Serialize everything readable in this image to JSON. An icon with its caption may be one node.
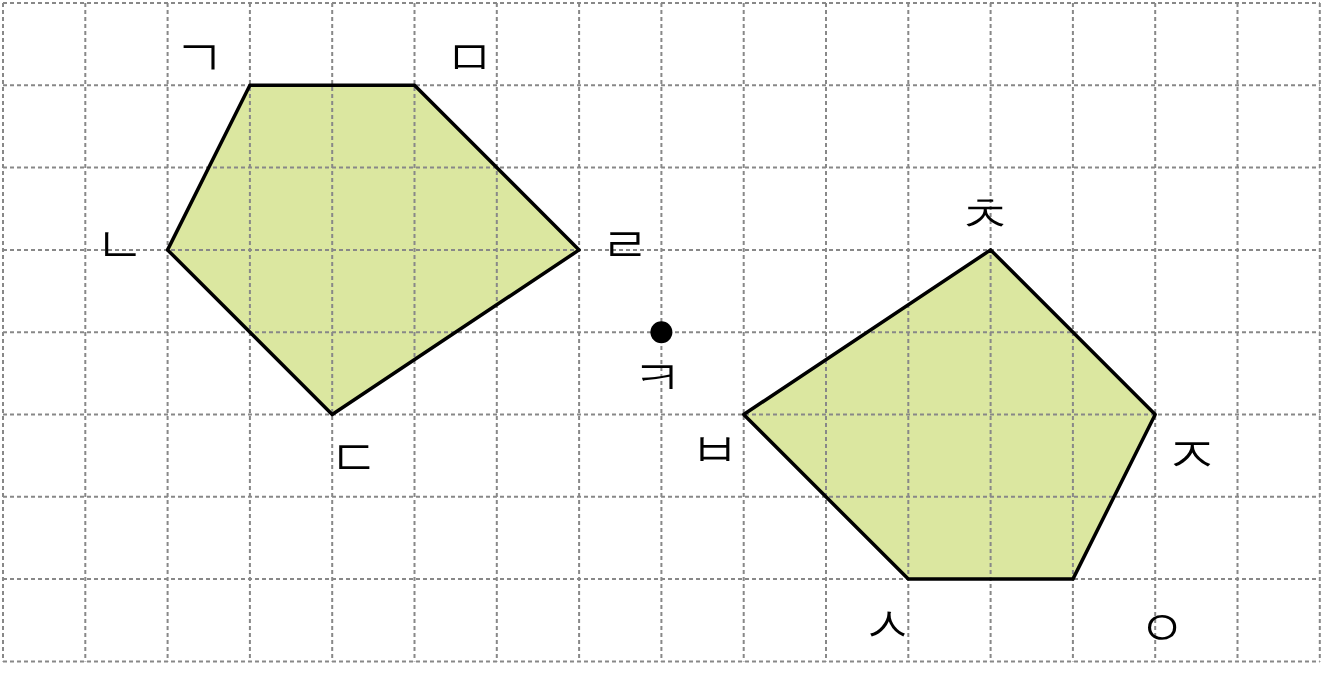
{
  "diagram": {
    "labels": [
      "ㄱ",
      "ㅁ",
      "ㄴ",
      "ㄹ",
      "ㅊ",
      "ㅋ",
      "ㄷ",
      "ㅂ",
      "ㅈ",
      "ㅅ",
      "ㅇ"
    ]
  }
}
